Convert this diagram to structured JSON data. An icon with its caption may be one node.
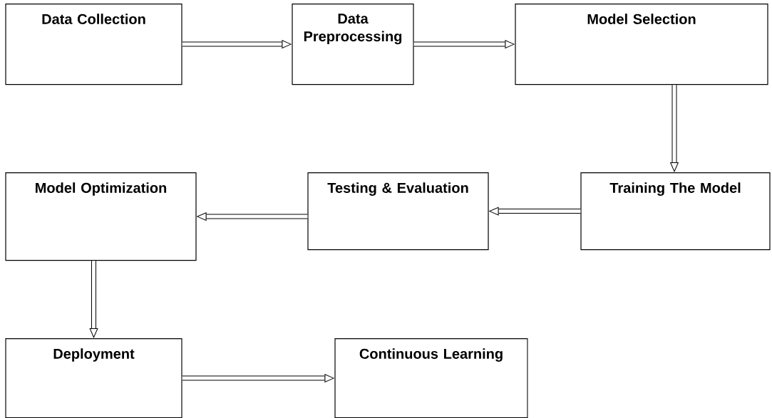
{
  "diagram": {
    "nodes": [
      {
        "text": [
          "Data Collection"
        ]
      },
      {
        "text": [
          "Data Preprocessing"
        ]
      },
      {
        "text": [
          "Model Selection"
        ]
      },
      {
        "text": [
          "Training The Model"
        ]
      },
      {
        "text": [
          "Testing & Evaluation"
        ]
      },
      {
        "text": [
          "Model Optimization"
        ]
      },
      {
        "text": [
          "Deployment"
        ]
      },
      {
        "text": [
          "Continuous Learning"
        ]
      }
    ],
    "edges": [
      {
        "from": 0,
        "to": 1,
        "arrow": "to"
      },
      {
        "from": 1,
        "to": 2,
        "arrow": "to"
      },
      {
        "from": 2,
        "to": 3,
        "arrow": "to"
      },
      {
        "from": 3,
        "to": 4,
        "arrow": "to"
      },
      {
        "from": 4,
        "to": 5,
        "arrow": "to"
      },
      {
        "from": 5,
        "to": 6,
        "arrow": "to"
      },
      {
        "from": 6,
        "to": 7,
        "arrow": "to"
      }
    ]
  }
}
